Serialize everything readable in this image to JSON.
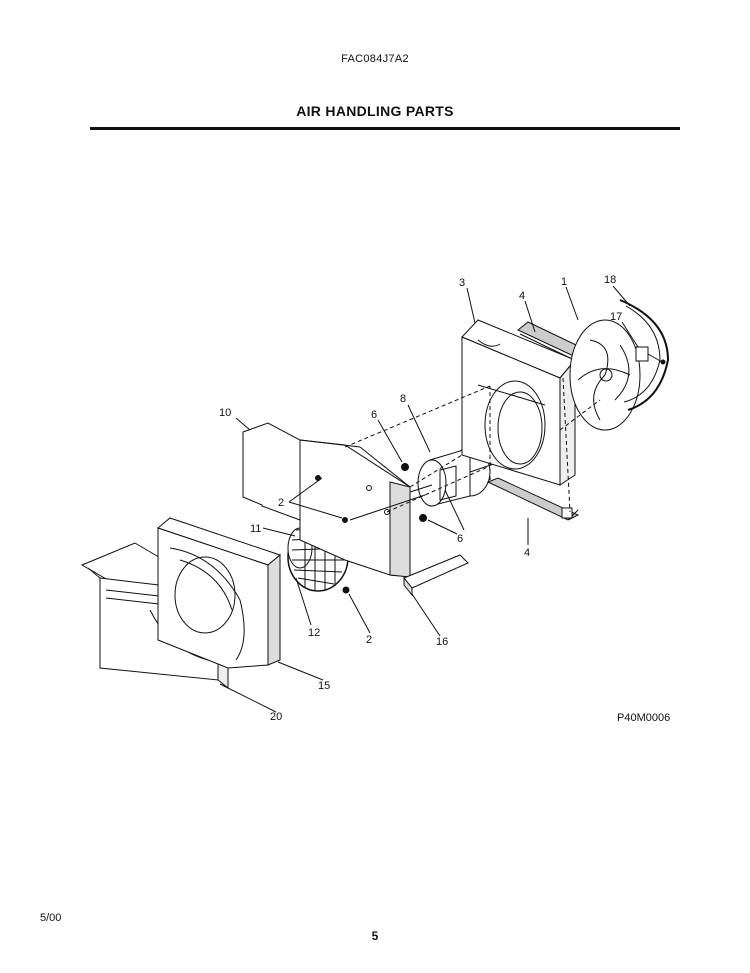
{
  "header": {
    "model": "FAC084J7A2",
    "title": "AIR HANDLING PARTS"
  },
  "callouts": [
    {
      "id": "c3",
      "label": "3"
    },
    {
      "id": "c4a",
      "label": "4"
    },
    {
      "id": "c1",
      "label": "1"
    },
    {
      "id": "c18",
      "label": "18"
    },
    {
      "id": "c17",
      "label": "17"
    },
    {
      "id": "c8",
      "label": "8"
    },
    {
      "id": "c6a",
      "label": "6"
    },
    {
      "id": "c10",
      "label": "10"
    },
    {
      "id": "c2a",
      "label": "2"
    },
    {
      "id": "c11",
      "label": "11"
    },
    {
      "id": "c6b",
      "label": "6"
    },
    {
      "id": "c4b",
      "label": "4"
    },
    {
      "id": "c12",
      "label": "12"
    },
    {
      "id": "c2b",
      "label": "2"
    },
    {
      "id": "c16",
      "label": "16"
    },
    {
      "id": "c15",
      "label": "15"
    },
    {
      "id": "c20",
      "label": "20"
    }
  ],
  "footer": {
    "drawing_code": "P40M0006",
    "date": "5/00",
    "page_number": "5"
  }
}
